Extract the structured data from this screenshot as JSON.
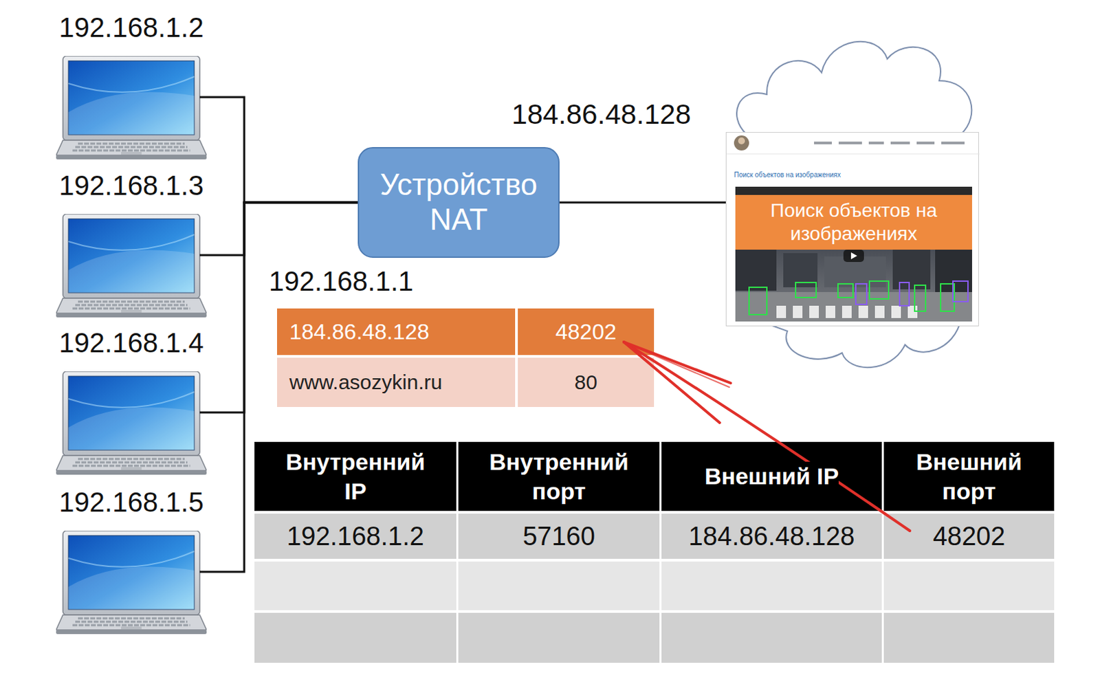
{
  "diagram": {
    "nodes": [
      {
        "text": [
          "192.168.1.2"
        ]
      },
      {
        "text": [
          "192.168.1.3"
        ]
      },
      {
        "text": [
          "192.168.1.4"
        ]
      },
      {
        "text": [
          "192.168.1.5"
        ]
      },
      {
        "text": [
          "Устройство NAT"
        ]
      },
      {
        "text": [
          "Поиск объектов на изображениях"
        ]
      }
    ],
    "edges": [
      {
        "from": 0,
        "to": 4,
        "arrow": "none"
      },
      {
        "from": 1,
        "to": 4,
        "arrow": "none"
      },
      {
        "from": 2,
        "to": 4,
        "arrow": "none"
      },
      {
        "from": 3,
        "to": 4,
        "arrow": "none"
      },
      {
        "from": 4,
        "to": 5,
        "label": "184.86.48.128",
        "arrow": "none"
      }
    ],
    "labels": [
      "192.168.1.1",
      "184.86.48.128",
      "48202",
      "www.asozykin.ru",
      "80",
      "Внутренний IP",
      "Внутренний порт",
      "Внешний IP",
      "Внешний порт",
      "192.168.1.2",
      "57160",
      "184.86.48.128",
      "48202",
      "Поиск объектов на изображениях"
    ]
  }
}
